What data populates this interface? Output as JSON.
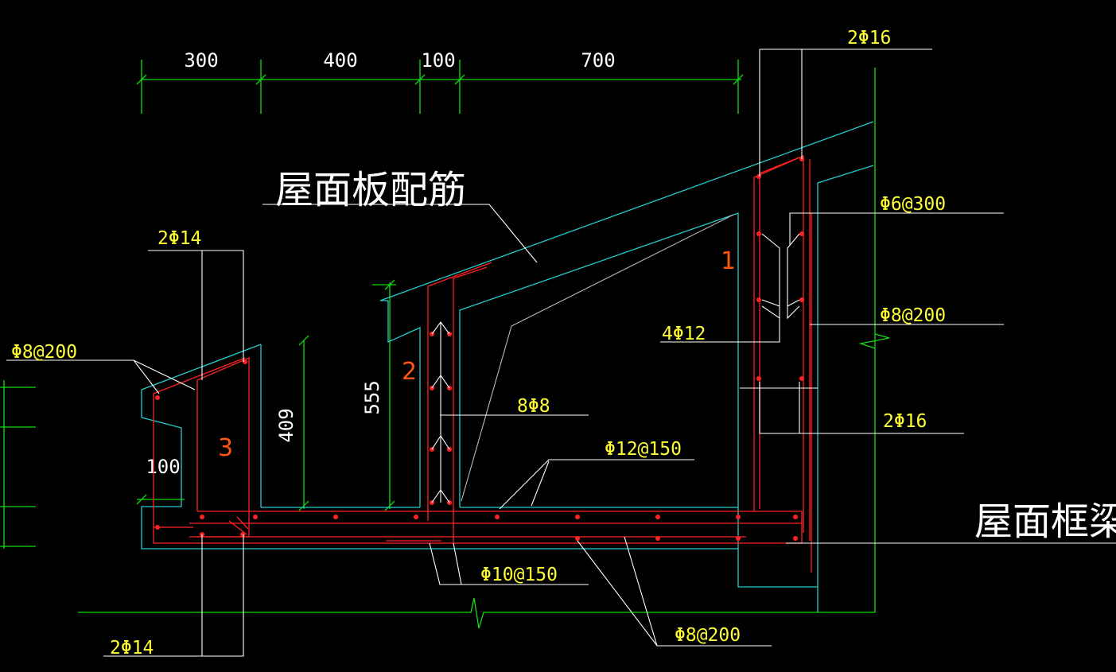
{
  "dimensions": {
    "top": [
      "300",
      "400",
      "100",
      "700"
    ],
    "h555": "555",
    "h409": "409",
    "w100": "100"
  },
  "titles": {
    "roof_slab_reinforcement": "屋面板配筋",
    "roof_frame_beam": "屋面框梁"
  },
  "labels": {
    "top_2phi16": "2Φ16",
    "phi6_300": "Φ6@300",
    "phi8_200_right": "Φ8@200",
    "four_phi12": "4Φ12",
    "right_2phi16": "2Φ16",
    "phi12_150": "Φ12@150",
    "eight_phi8": "8Φ8",
    "phi10_150": "Φ10@150",
    "phi8_200_bottom": "Φ8@200",
    "left_2phi14_top": "2Φ14",
    "left_phi8_200": "Φ8@200",
    "left_2phi14_bottom": "2Φ14"
  },
  "markers": [
    "1",
    "2",
    "3"
  ],
  "colors": {
    "background": "#000000",
    "concrete_outline": "#22cccc",
    "rebar": "#ff2222",
    "dimension": "#11dd11",
    "leader": "#ffffff",
    "label": "#ffff33",
    "marker": "#ff5511"
  }
}
